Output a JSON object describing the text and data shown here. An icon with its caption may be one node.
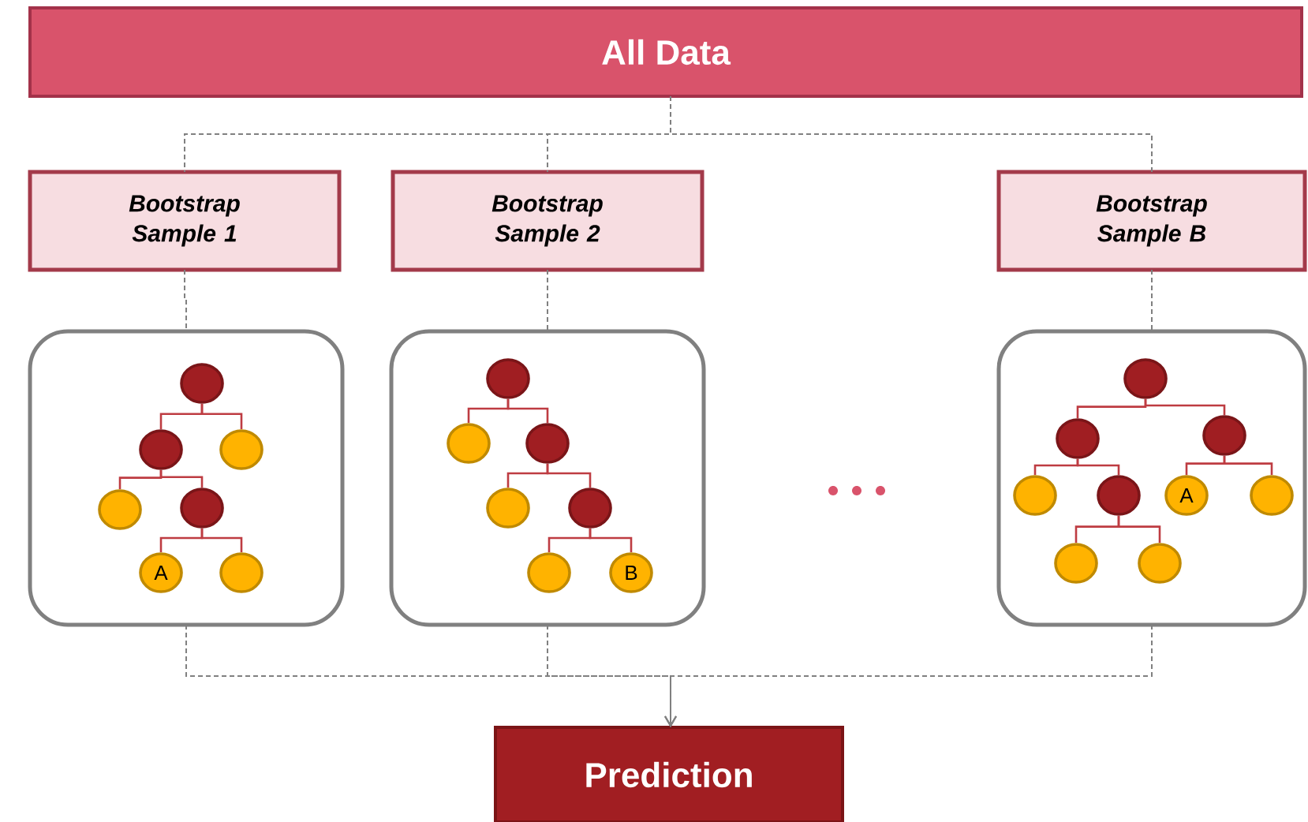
{
  "diagram": {
    "nodes": [
      {
        "text": [
          "All Data"
        ]
      },
      {
        "text": [
          "Bootstrap Sample 1"
        ]
      },
      {
        "text": [
          "Bootstrap Sample 2"
        ]
      },
      {
        "text": [
          "Bootstrap Sample B"
        ]
      },
      {
        "text": [],
        "shape": "box"
      },
      {
        "text": [],
        "shape": "circle",
        "in": 4
      },
      {
        "text": [],
        "shape": "circle",
        "in": 4
      },
      {
        "text": [],
        "shape": "circle",
        "in": 4
      },
      {
        "text": [],
        "shape": "circle",
        "in": 4
      },
      {
        "text": [],
        "shape": "circle",
        "in": 4
      },
      {
        "text": [
          "A"
        ],
        "in": 4
      },
      {
        "text": [],
        "shape": "circle",
        "in": 4
      },
      {
        "text": [],
        "shape": "box"
      },
      {
        "text": [],
        "shape": "circle",
        "in": 12
      },
      {
        "text": [],
        "shape": "circle",
        "in": 12
      },
      {
        "text": [],
        "shape": "circle",
        "in": 12
      },
      {
        "text": [],
        "shape": "circle",
        "in": 12
      },
      {
        "text": [],
        "shape": "circle",
        "in": 12
      },
      {
        "text": [],
        "shape": "circle",
        "in": 12
      },
      {
        "text": [
          "B"
        ],
        "in": 12
      },
      {
        "text": [],
        "shape": "box"
      },
      {
        "text": [],
        "shape": "circle",
        "in": 20
      },
      {
        "text": [],
        "shape": "circle",
        "in": 20
      },
      {
        "text": [],
        "shape": "circle",
        "in": 20
      },
      {
        "text": [],
        "shape": "circle",
        "in": 20
      },
      {
        "text": [],
        "shape": "circle",
        "in": 20
      },
      {
        "text": [
          "A"
        ],
        "in": 20
      },
      {
        "text": [],
        "shape": "circle",
        "in": 20
      },
      {
        "text": [],
        "shape": "circle",
        "in": 20
      },
      {
        "text": [],
        "shape": "circle",
        "in": 20
      },
      {
        "text": [
          "Prediction"
        ]
      }
    ],
    "edges": [
      {
        "from": 0,
        "to": 1,
        "arrow": "none",
        "style": "dashed",
        "color": "#808080"
      },
      {
        "from": 0,
        "to": 2,
        "arrow": "none",
        "style": "dashed",
        "color": "#808080"
      },
      {
        "from": 0,
        "to": 3,
        "arrow": "none",
        "style": "dashed",
        "color": "#808080"
      },
      {
        "from": 1,
        "to": 4,
        "arrow": "none",
        "style": "dashed",
        "color": "#808080"
      },
      {
        "from": 2,
        "to": 12,
        "arrow": "none",
        "style": "dashed",
        "color": "#808080"
      },
      {
        "from": 3,
        "to": 20,
        "arrow": "none",
        "style": "dashed",
        "color": "#808080"
      },
      {
        "from": 5,
        "to": 6,
        "arrow": "none"
      },
      {
        "from": 5,
        "to": 7,
        "arrow": "none"
      },
      {
        "from": 6,
        "to": 8,
        "arrow": "none"
      },
      {
        "from": 6,
        "to": 9,
        "arrow": "none"
      },
      {
        "from": 9,
        "to": 10,
        "arrow": "none"
      },
      {
        "from": 9,
        "to": 11,
        "arrow": "none"
      },
      {
        "from": 13,
        "to": 14,
        "arrow": "none"
      },
      {
        "from": 13,
        "to": 15,
        "arrow": "none"
      },
      {
        "from": 15,
        "to": 16,
        "arrow": "none"
      },
      {
        "from": 15,
        "to": 17,
        "arrow": "none"
      },
      {
        "from": 17,
        "to": 18,
        "arrow": "none"
      },
      {
        "from": 17,
        "to": 19,
        "arrow": "none"
      },
      {
        "from": 21,
        "to": 22,
        "arrow": "none"
      },
      {
        "from": 21,
        "to": 23,
        "arrow": "none"
      },
      {
        "from": 22,
        "to": 24,
        "arrow": "none"
      },
      {
        "from": 22,
        "to": 25,
        "arrow": "none"
      },
      {
        "from": 23,
        "to": 26,
        "arrow": "none"
      },
      {
        "from": 23,
        "to": 27,
        "arrow": "none"
      },
      {
        "from": 25,
        "to": 28,
        "arrow": "none"
      },
      {
        "from": 25,
        "to": 29,
        "arrow": "none"
      },
      {
        "from": 4,
        "to": 30,
        "arrow": "to",
        "style": "dashed",
        "color": "#808080"
      },
      {
        "from": 12,
        "to": 30,
        "arrow": "to",
        "style": "dashed",
        "color": "#808080"
      },
      {
        "from": 20,
        "to": 30,
        "arrow": "to",
        "style": "dashed",
        "color": "#808080"
      }
    ]
  }
}
